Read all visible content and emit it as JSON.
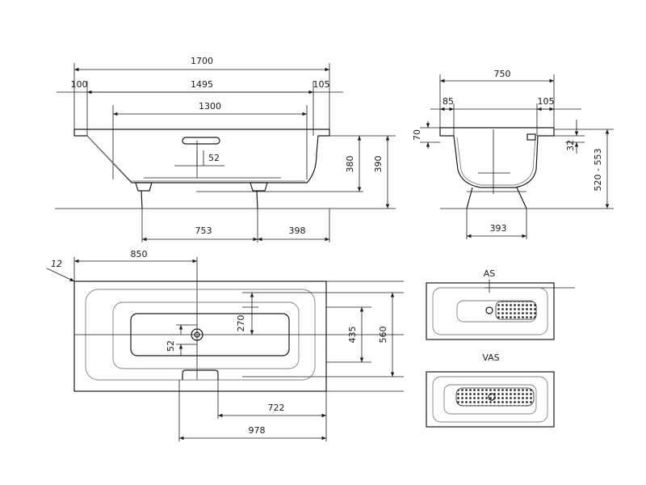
{
  "side_view": {
    "overall_length": "1700",
    "left_rim": "100",
    "inner_length": "1495",
    "right_rim": "105",
    "bottom_length": "1300",
    "drain_offset": "52",
    "height_inner": "380",
    "height_outer": "390",
    "leg_spacing": "753",
    "leg_to_end": "398"
  },
  "end_view": {
    "overall_width": "750",
    "left_rim": "85",
    "right_rim": "105",
    "rim_height": "70",
    "overflow_height": "32",
    "adjustable_height": "520 - 553",
    "leg_width": "393"
  },
  "plan_view": {
    "drain_position": "850",
    "corner_radius": "12",
    "inner_bottom_width": "270",
    "drain_offset": "52",
    "inner_width": "435",
    "overall_width": "560",
    "step_to_end": "722",
    "drain_to_end": "978"
  },
  "variants": {
    "as_label": "AS",
    "vas_label": "VAS"
  }
}
